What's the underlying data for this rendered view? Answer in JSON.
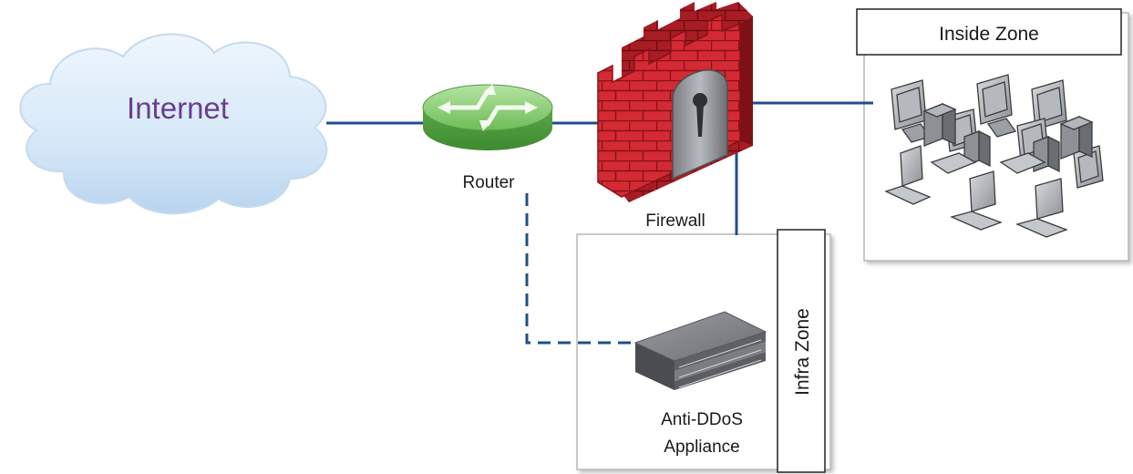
{
  "nodes": {
    "internet": {
      "label": "Internet"
    },
    "router": {
      "label": "Router"
    },
    "firewall": {
      "label": "Firewall"
    },
    "anti_ddos": {
      "label_line1": "Anti-DDoS",
      "label_line2": "Appliance"
    }
  },
  "zones": {
    "inside": {
      "label": "Inside Zone"
    },
    "infra": {
      "label": "Infra Zone"
    }
  },
  "colors": {
    "link": "#1f4e8c",
    "cloud_fill": "#d7e8f7",
    "internet_text": "#6a3d8f",
    "router_green": "#7cc567",
    "firewall_red": "#c8242f"
  },
  "links": [
    {
      "from": "internet",
      "to": "router",
      "style": "solid"
    },
    {
      "from": "router",
      "to": "firewall",
      "style": "solid"
    },
    {
      "from": "firewall",
      "to": "inside",
      "style": "solid"
    },
    {
      "from": "firewall",
      "to": "infra",
      "style": "solid"
    },
    {
      "from": "router",
      "to": "anti_ddos",
      "style": "dashed"
    }
  ]
}
